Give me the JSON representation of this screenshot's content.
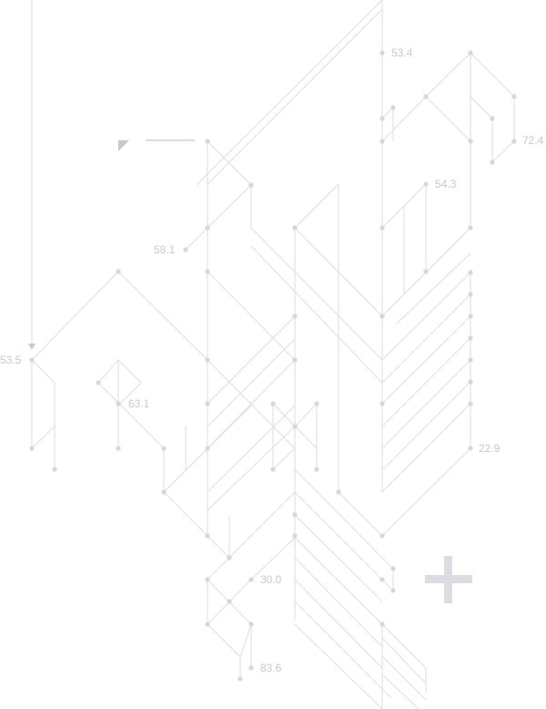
{
  "colors": {
    "line": "#dedee3",
    "node": "#d6d6db",
    "label": "#c9c9cc",
    "accent": "#dcdce2"
  },
  "labels": {
    "v534": "53.4",
    "v724": "72.4",
    "v543": "54.3",
    "v581": "58.1",
    "v535": "53.5",
    "v631": "63.1",
    "v229": "22.9",
    "v300": "30.0",
    "v836": "83.6"
  },
  "icons": {
    "plus": "plus-icon",
    "marker": "triangle-flag-icon"
  }
}
